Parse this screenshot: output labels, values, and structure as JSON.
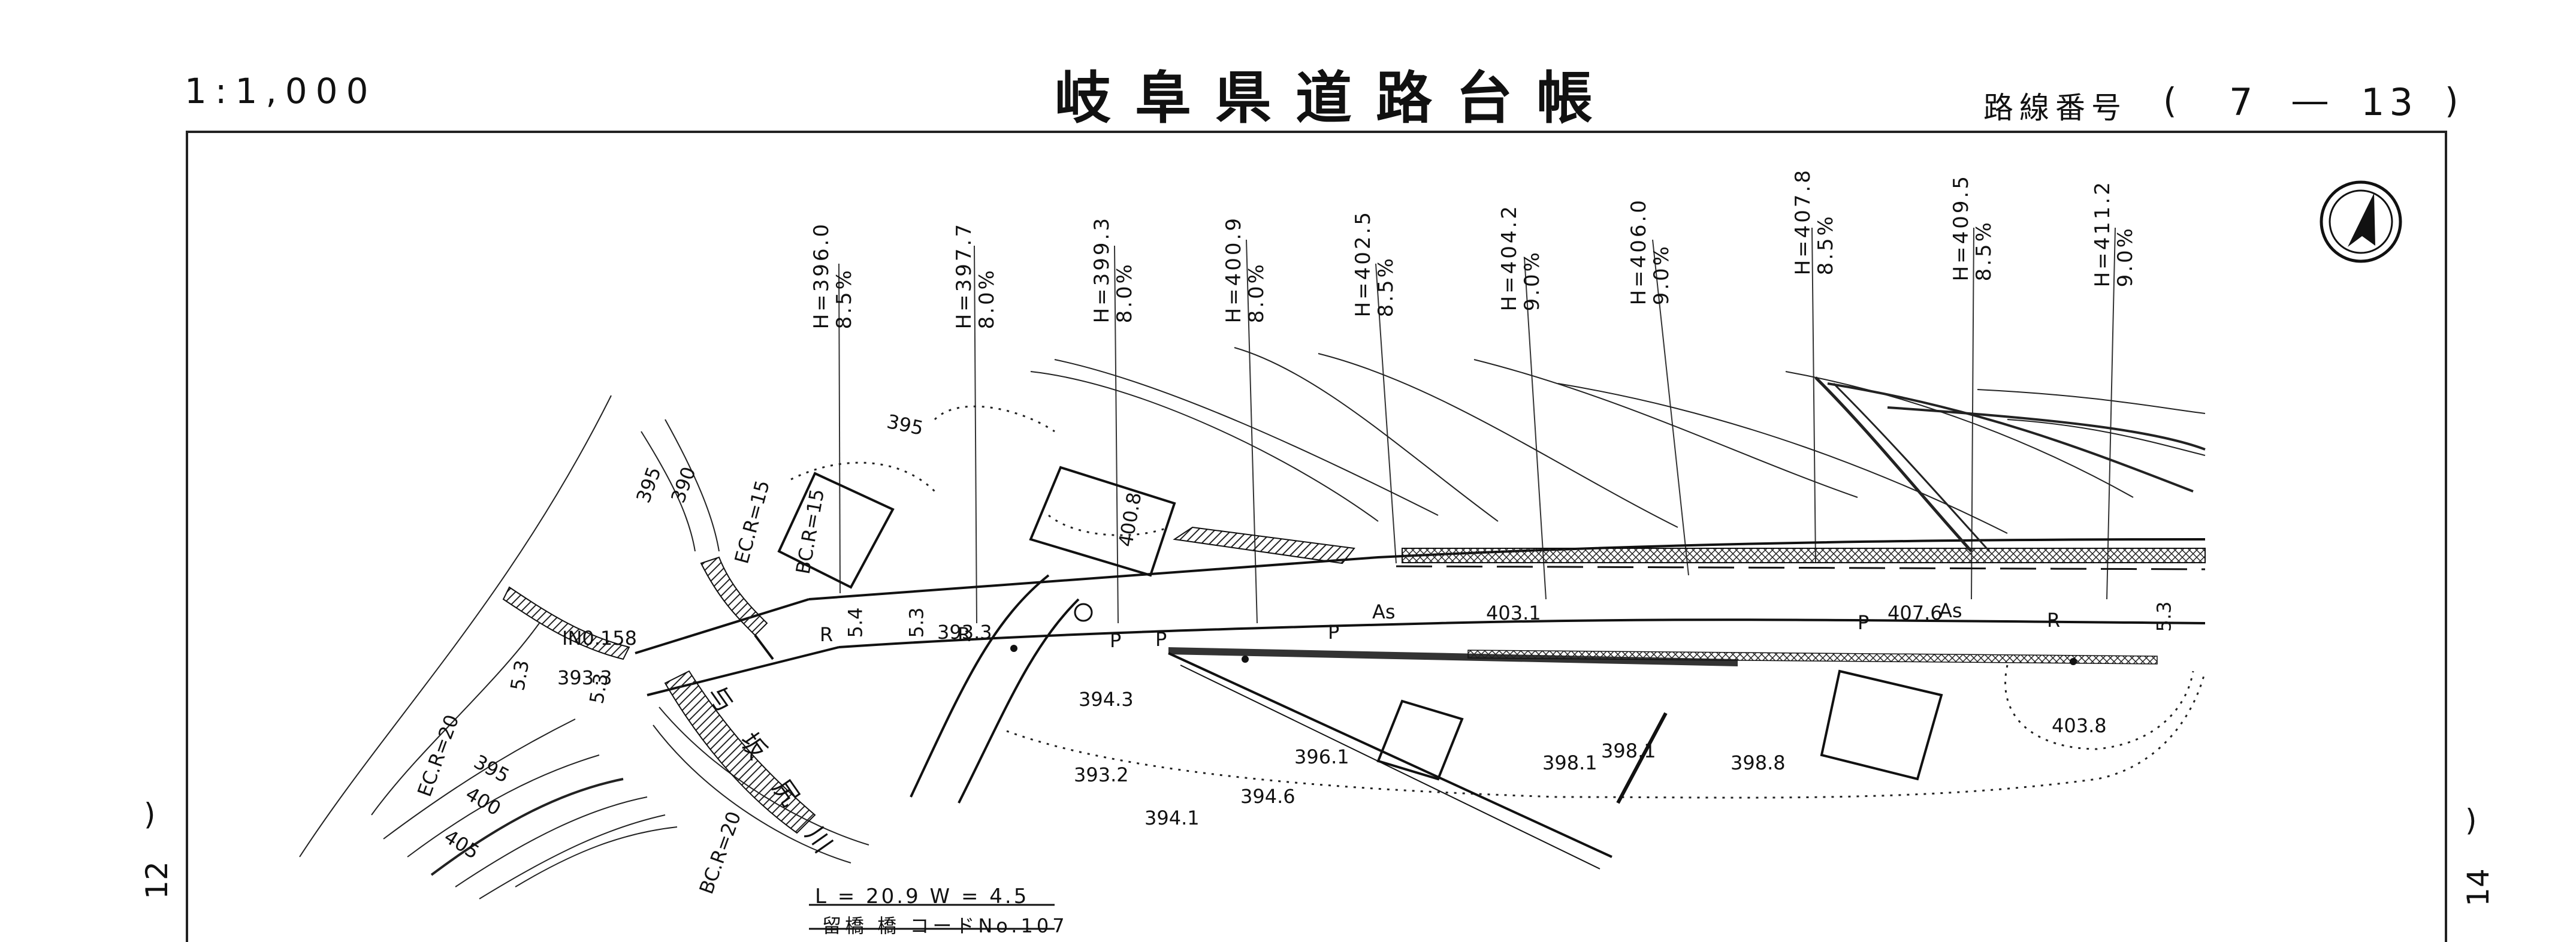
{
  "header": {
    "scale": "1:1,000",
    "title": "岐阜県道路台帳",
    "route_label": "路線番号",
    "route_open": "(",
    "route_a": "7",
    "route_dash": "―",
    "route_b": "13",
    "route_close": ")"
  },
  "sheet_prev": "12",
  "sheet_next": "14",
  "sheet_prev_paren": ")",
  "sheet_next_paren": ")",
  "stations": [
    {
      "h": "H=396.0",
      "g": "8.5%"
    },
    {
      "h": "H=397.7",
      "g": "8.0%"
    },
    {
      "h": "H=399.3",
      "g": "8.0%"
    },
    {
      "h": "H=400.9",
      "g": "8.0%"
    },
    {
      "h": "H=402.5",
      "g": "8.5%"
    },
    {
      "h": "H=404.2",
      "g": "9.0%"
    },
    {
      "h": "H=406.0",
      "g": "9.0%"
    },
    {
      "h": "H=407.8",
      "g": "8.5%"
    },
    {
      "h": "H=409.5",
      "g": "8.5%"
    },
    {
      "h": "H=411.2",
      "g": "9.0%"
    }
  ],
  "labels": {
    "ino": "IN0.158",
    "e3933a": "393.3",
    "e3933b": "393.3",
    "e3943": "394.3",
    "e3932": "393.2",
    "e3941": "394.1",
    "e3946": "394.6",
    "e3961": "396.1",
    "e3981a": "398.1",
    "e3981b": "398.1",
    "e3988": "398.8",
    "e4031": "403.1",
    "e4076": "407.6",
    "e4038": "403.8",
    "as1": "As",
    "as2": "As",
    "c395a": "395",
    "c395b": "395",
    "c400": "400",
    "c405": "405",
    "c395c": "395",
    "c390": "390",
    "c4008": "400.8",
    "bcr15": "BC.R=15",
    "ecr15": "EC.R=15",
    "ecr20": "EC.R=20",
    "bcr20": "BC.R=20",
    "w54": "5.4",
    "w53a": "5.3",
    "w53b": "5.3",
    "w53c": "5.3",
    "w53d": "5.3",
    "river": "与 坂 尻 川",
    "r1": "R",
    "r2": "R",
    "r3": "R",
    "p1": "P",
    "p2": "P",
    "p3": "P",
    "p4": "P"
  },
  "bridge": {
    "dims": "L = 20.9  W = 4.5",
    "name": "留橋 橋  コードNo.107"
  },
  "icons": {
    "north": "north-arrow-icon"
  }
}
